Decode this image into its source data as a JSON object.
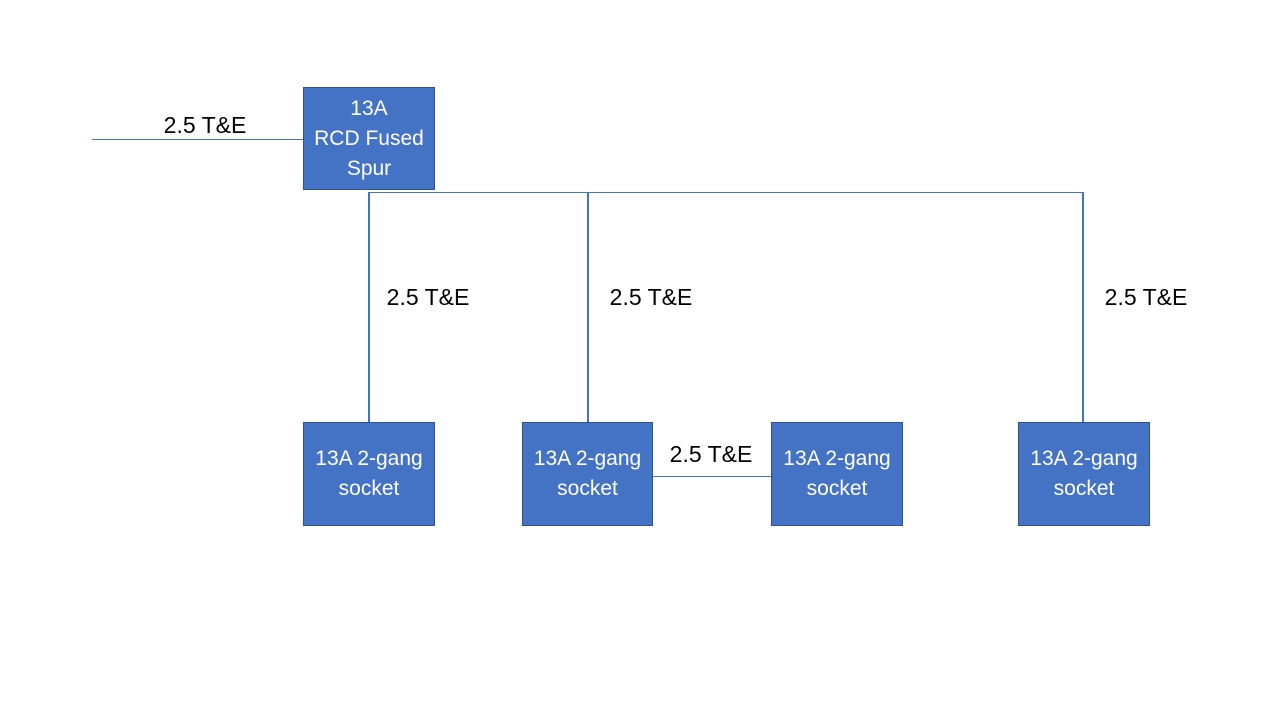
{
  "diagram": {
    "type": "electrical-wiring-spur-diagram",
    "colors": {
      "background": "#FFFFFF",
      "node_fill": "#4472C4",
      "node_border": "#2F528F",
      "node_text": "#FFFFFF",
      "cable_line": "#4472C4",
      "label_text": "#000000"
    },
    "nodes": {
      "spur": {
        "label": "13A\nRCD Fused\nSpur"
      },
      "socket1": {
        "label": "13A 2-gang\nsocket"
      },
      "socket2": {
        "label": "13A 2-gang\nsocket"
      },
      "socket3": {
        "label": "13A 2-gang\nsocket"
      },
      "socket4": {
        "label": "13A 2-gang\nsocket"
      }
    },
    "cables": {
      "feed": {
        "label": "2.5 T&E",
        "from": "supply-left-edge",
        "to": "spur"
      },
      "drop1": {
        "label": "2.5 T&E",
        "from": "spur-bus",
        "to": "socket1"
      },
      "drop2": {
        "label": "2.5 T&E",
        "from": "spur-bus",
        "to": "socket2"
      },
      "drop4": {
        "label": "2.5 T&E",
        "from": "spur-bus",
        "to": "socket4"
      },
      "link": {
        "label": "2.5 T&E",
        "from": "socket2",
        "to": "socket3"
      }
    }
  }
}
